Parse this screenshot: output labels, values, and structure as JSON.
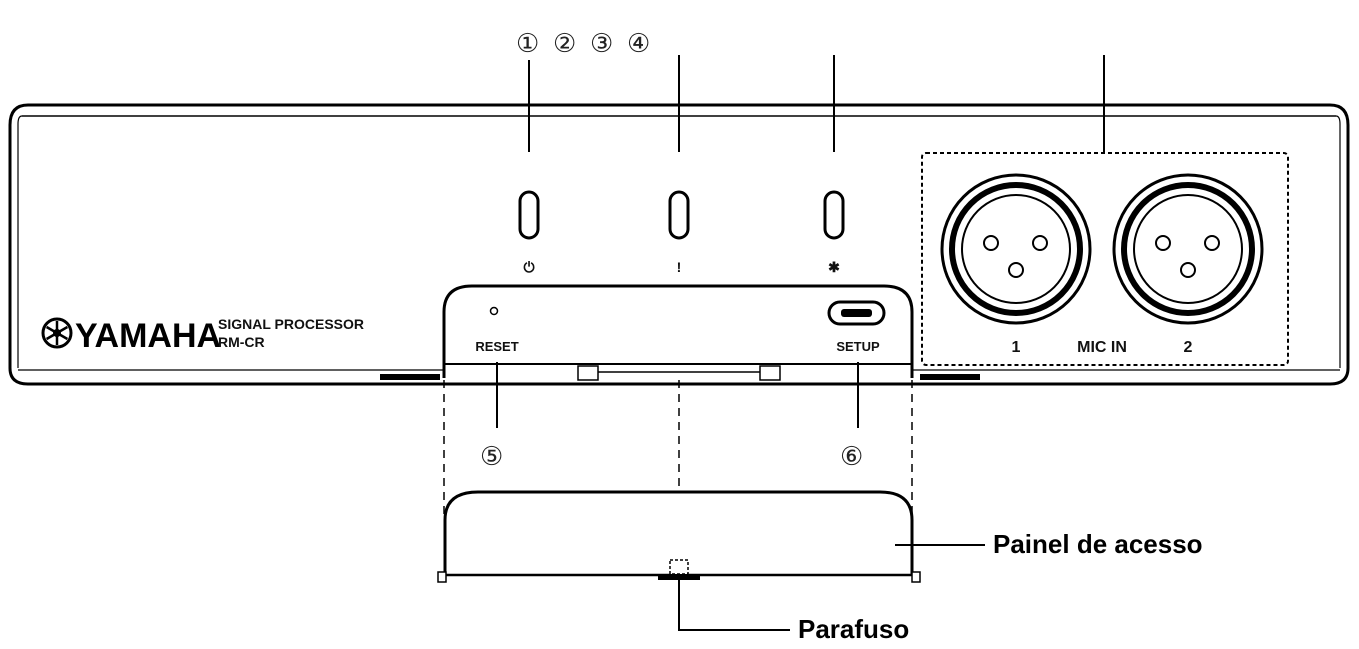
{
  "callout_numbers": {
    "n1": "①",
    "n2": "②",
    "n3": "③",
    "n4": "④",
    "n5": "⑤",
    "n6": "⑥"
  },
  "device": {
    "brand": "YAMAHA",
    "product_line1": "SIGNAL PROCESSOR",
    "product_line2": "RM-CR",
    "indicator_power_symbol": "⏻",
    "indicator_status_symbol": "!",
    "indicator_bluetooth_symbol": "✱",
    "reset_label": "RESET",
    "setup_label": "SETUP",
    "mic_label": "MIC IN",
    "mic1_number": "1",
    "mic2_number": "2"
  },
  "labels": {
    "access_panel": "Painel de acesso",
    "screw": "Parafuso"
  },
  "colors": {
    "line": "#000000",
    "background": "#ffffff"
  }
}
